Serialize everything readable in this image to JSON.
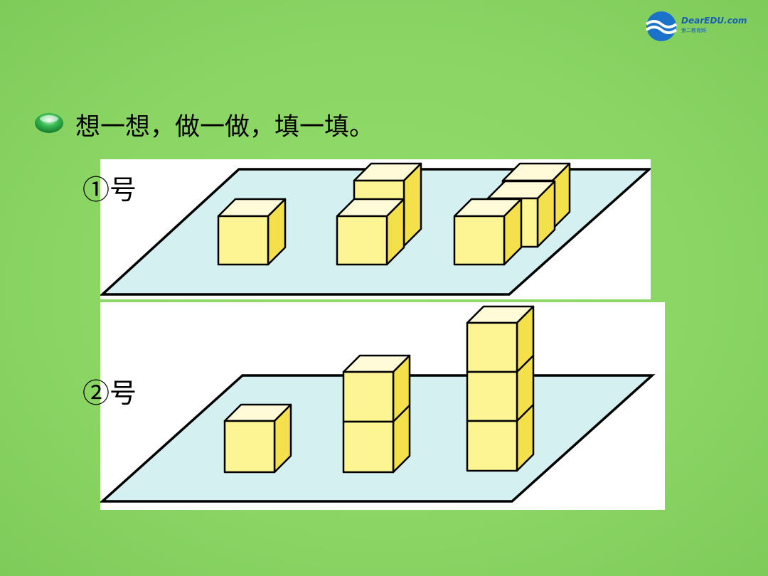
{
  "logo": {
    "brand": "DearEDU.com",
    "subtitle": "第二教育网"
  },
  "instruction": "想一想，做一做，填一填。",
  "panels": [
    {
      "label": "①号"
    },
    {
      "label": "②号"
    }
  ],
  "colors": {
    "background": "#8ad564",
    "plane": "#d4f0f0",
    "cube_front": "#fdf594",
    "cube_side": "#f4e04a",
    "cube_top": "#fffbd8",
    "bullet": "#1e9b3c"
  }
}
